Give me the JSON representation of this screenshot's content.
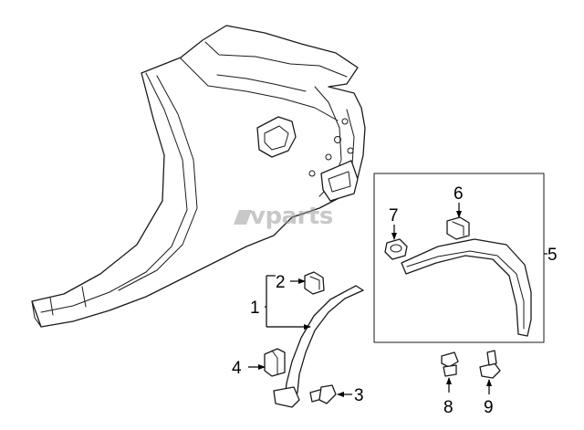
{
  "callouts": {
    "c1": "1",
    "c2": "2",
    "c3": "3",
    "c4": "4",
    "c5": "5",
    "c6": "6",
    "c7": "7",
    "c8": "8",
    "c9": "9"
  },
  "watermark": "vparts",
  "colors": {
    "line": "#1a1a1a",
    "watermark": "#9a9a9a"
  }
}
